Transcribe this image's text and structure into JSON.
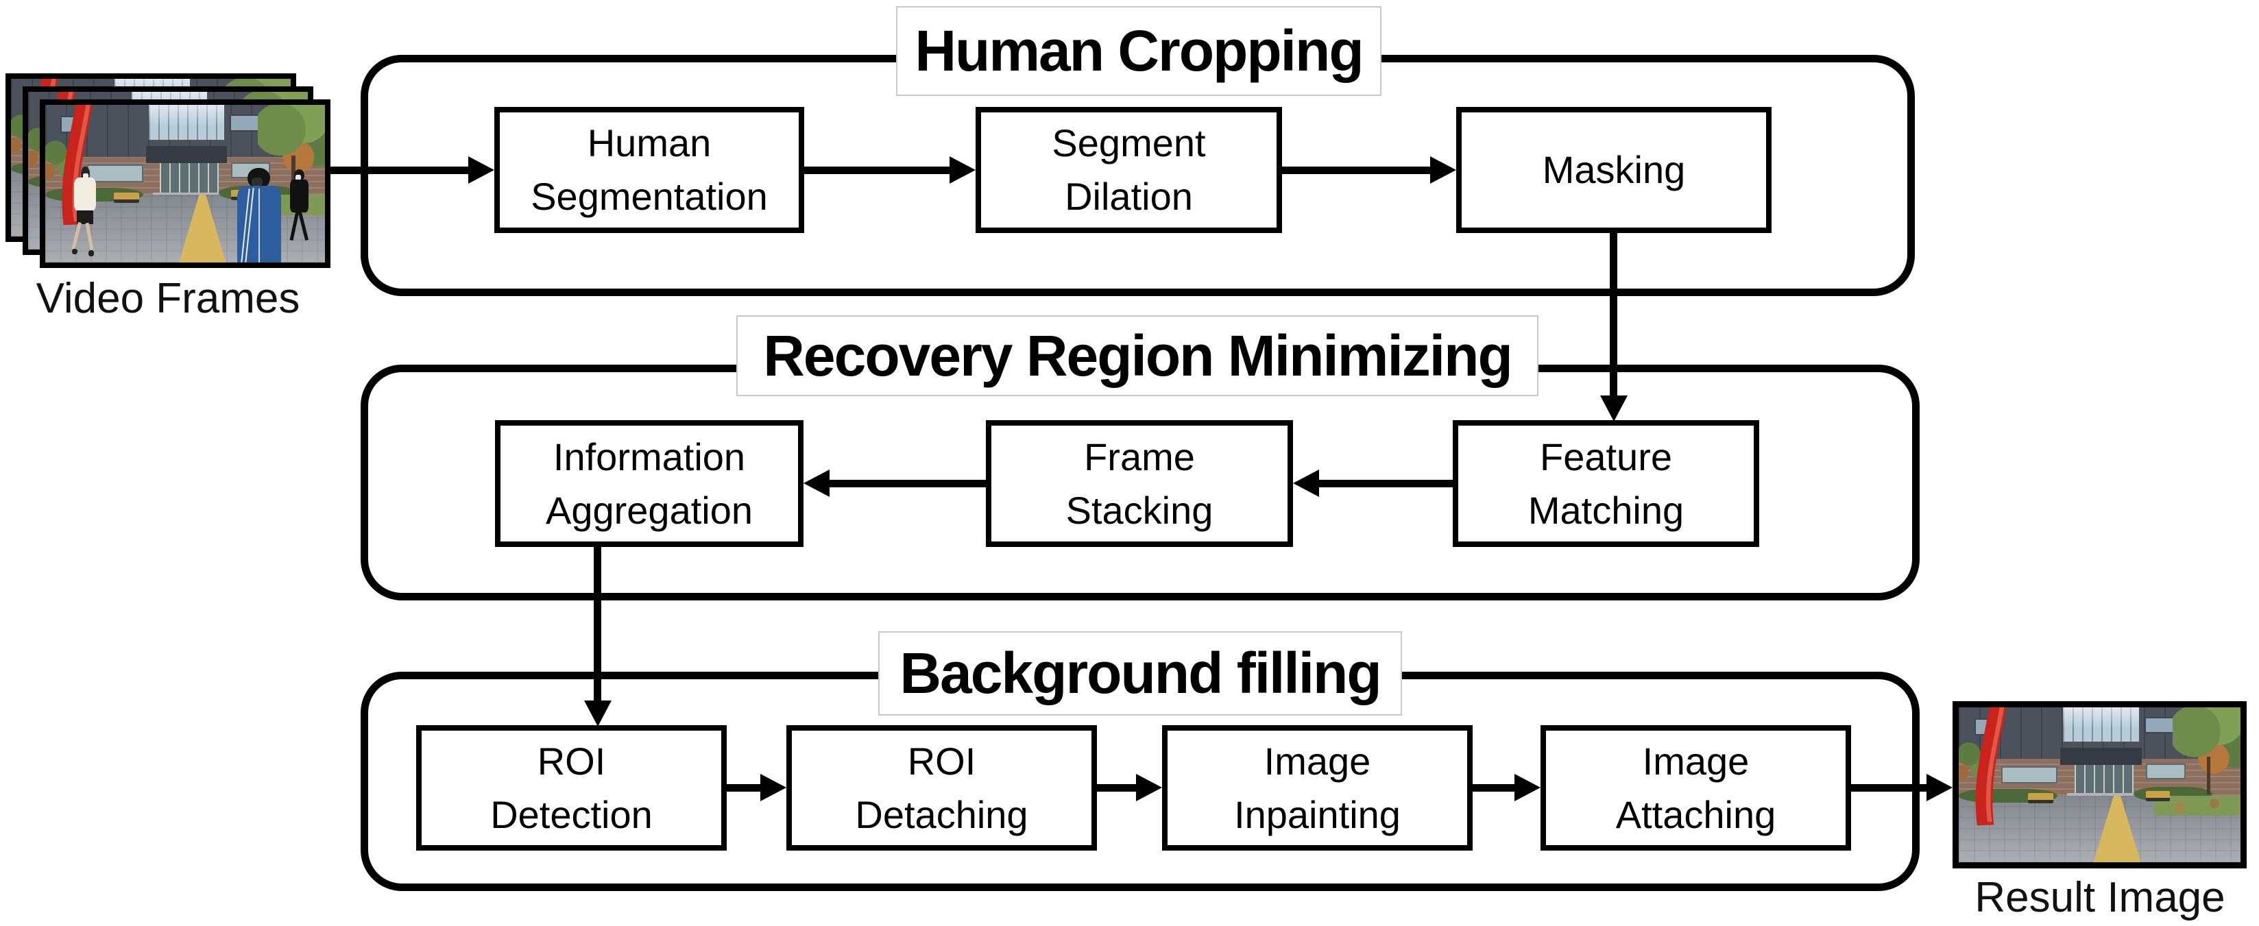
{
  "palette": {
    "line_color": "#000000",
    "title_plate_border": "#c9c9c9",
    "photo_red_sculpture": "#c9241b",
    "photo_yellow_path": "#d8b85e",
    "photo_blue_jacket": "#2e5d9e"
  },
  "flow": {
    "input": {
      "label": "Video Frames"
    },
    "output": {
      "label": "Result Image"
    },
    "sections": [
      {
        "title": "Human Cropping",
        "steps": [
          {
            "line1": "Human",
            "line2": "Segmentation"
          },
          {
            "line1": "Segment",
            "line2": "Dilation"
          },
          {
            "line1": "Masking",
            "line2": ""
          }
        ]
      },
      {
        "title": "Recovery Region Minimizing",
        "steps": [
          {
            "line1": "Information",
            "line2": "Aggregation"
          },
          {
            "line1": "Frame",
            "line2": "Stacking"
          },
          {
            "line1": "Feature",
            "line2": "Matching"
          }
        ]
      },
      {
        "title": "Background filling",
        "steps": [
          {
            "line1": "ROI",
            "line2": "Detection"
          },
          {
            "line1": "ROI",
            "line2": "Detaching"
          },
          {
            "line1": "Image",
            "line2": "Inpainting"
          },
          {
            "line1": "Image",
            "line2": "Attaching"
          }
        ]
      }
    ]
  }
}
